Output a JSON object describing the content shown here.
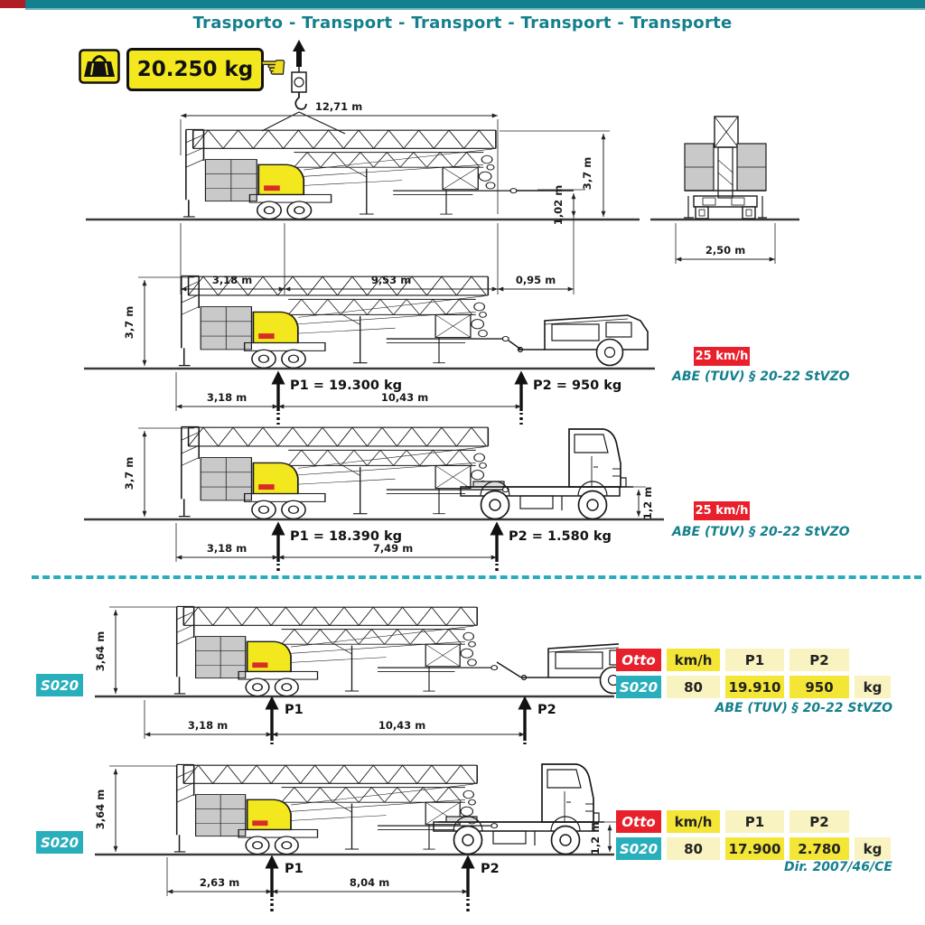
{
  "header": {
    "title": "Trasporto - Transport - Transport - Transport - Transporte",
    "weight": "20.250 kg"
  },
  "colors": {
    "teal": "#15808d",
    "teal_badge": "#29aebc",
    "red": "#e8202c",
    "yellow": "#f3e71e",
    "yellow_pale": "#f8f3c0"
  },
  "d1": {
    "total": "12,71 m",
    "hook_height": "1,02 m",
    "height": "3,7 m",
    "a": "3,18 m",
    "b": "9,53 m",
    "c": "0,95 m",
    "rear_width": "2,50 m"
  },
  "d2": {
    "height": "3,7 m",
    "p1": "P1 = 19.300 kg",
    "p2": "P2 = 950 kg",
    "a": "3,18 m",
    "b": "10,43 m",
    "speed": "25 km/h",
    "approval": "ABE (TUV) § 20-22 StVZO"
  },
  "d3": {
    "height": "3,7 m",
    "p1": "P1 = 18.390 kg",
    "p2": "P2 = 1.580 kg",
    "a": "3,18 m",
    "b": "7,49 m",
    "deck": "1,2 m",
    "speed": "25 km/h",
    "approval": "ABE (TUV) § 20-22 StVZO"
  },
  "d4": {
    "model": "S020",
    "height": "3,64 m",
    "p1": "P1",
    "p2": "P2",
    "a": "3,18 m",
    "b": "10,43 m",
    "approval": "ABE (TUV) § 20-22 StVZO",
    "table": {
      "brand": "Otto",
      "speed_header": "km/h",
      "p1_header": "P1",
      "p2_header": "P2",
      "model": "S020",
      "speed": "80",
      "p1": "19.910",
      "p2": "950",
      "unit": "kg"
    }
  },
  "d5": {
    "model": "S020",
    "height": "3,64 m",
    "p1": "P1",
    "p2": "P2",
    "a": "2,63 m",
    "b": "8,04 m",
    "deck": "1,2 m",
    "approval": "Dir. 2007/46/CE",
    "table": {
      "brand": "Otto",
      "speed_header": "km/h",
      "p1_header": "P1",
      "p2_header": "P2",
      "model": "S020",
      "speed": "80",
      "p1": "17.900",
      "p2": "2.780",
      "unit": "kg"
    }
  }
}
